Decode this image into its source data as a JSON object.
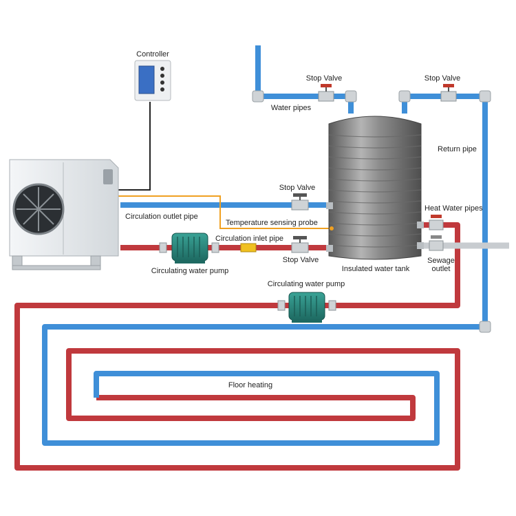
{
  "labels": {
    "controller": "Controller",
    "stop_valve_top_left": "Stop Valve",
    "stop_valve_top_right": "Stop Valve",
    "water_pipes": "Water pipes",
    "return_pipe": "Return pipe",
    "stop_valve_outlet": "Stop Valve",
    "circulation_outlet_pipe": "Circulation outlet pipe",
    "temperature_sensing_probe": "Temperature sensing probe",
    "heat_water_pipes": "Heat Water pipes",
    "circulation_inlet_pipe": "Circulation inlet pipe",
    "stop_valve_inlet": "Stop Valve",
    "sewage_line1": "Sewage",
    "sewage_line2": "outlet",
    "circulating_water_pump_1": "Circulating water pump",
    "insulated_water_tank": "Insulated water tank",
    "circulating_water_pump_2": "Circulating water pump",
    "floor_heating": "Floor heating"
  },
  "colors": {
    "cold_pipe": "#3f8fd8",
    "hot_pipe": "#c0393d",
    "sensor_wire": "#f0a020",
    "control_wire": "#222222",
    "pump": "#2e8a80",
    "valve_handle": "#c0392b",
    "tank": "#8a8a8a",
    "heat_pump_body": "#e8ebee"
  }
}
